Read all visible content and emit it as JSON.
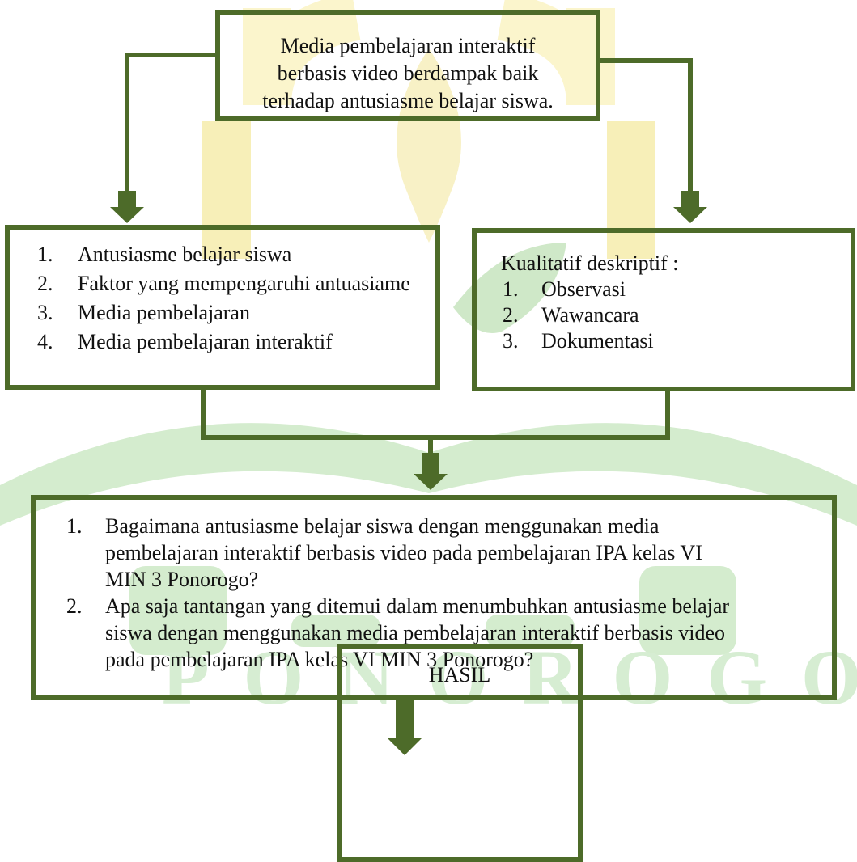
{
  "diagram": {
    "top_box": {
      "lines": [
        "Media pembelajaran interaktif",
        "berbasis video berdampak baik",
        "terhadap antusiasme belajar siswa."
      ]
    },
    "left_box": {
      "items": [
        {
          "num": "1.",
          "text": "Antusiasme belajar siswa"
        },
        {
          "num": "2.",
          "text": "Faktor yang mempengaruhi antuasiame"
        },
        {
          "num": "3.",
          "text": "Media pembelajaran"
        },
        {
          "num": "4.",
          "text": "Media pembelajaran interaktif"
        }
      ]
    },
    "right_box": {
      "heading": "Kualitatif deskriptif :",
      "items": [
        {
          "num": "1.",
          "text": "Observasi"
        },
        {
          "num": "2.",
          "text": "Wawancara"
        },
        {
          "num": "3.",
          "text": "Dokumentasi"
        }
      ]
    },
    "questions_box": {
      "items": [
        {
          "num": "1.",
          "lines": [
            "Bagaimana antusiasme belajar siswa dengan menggunakan media",
            "pembelajaran interaktif berbasis video pada pembelajaran IPA kelas VI",
            "MIN 3 Ponorogo?"
          ]
        },
        {
          "num": "2.",
          "lines": [
            "Apa saja tantangan yang ditemui dalam menumbuhkan antusiasme belajar",
            "siswa dengan menggunakan media pembelajaran interaktif berbasis video",
            "pada pembelajaran IPA kelas VI MIN 3 Ponorogo?"
          ]
        }
      ]
    },
    "result_box": {
      "label": "HASIL"
    }
  },
  "watermark": {
    "text": "PONOROGO"
  },
  "colors": {
    "connector": "#4d6b29",
    "watermark_green": "#c9e8c0",
    "watermark_yellow": "#f7efb8",
    "text": "#111111"
  }
}
